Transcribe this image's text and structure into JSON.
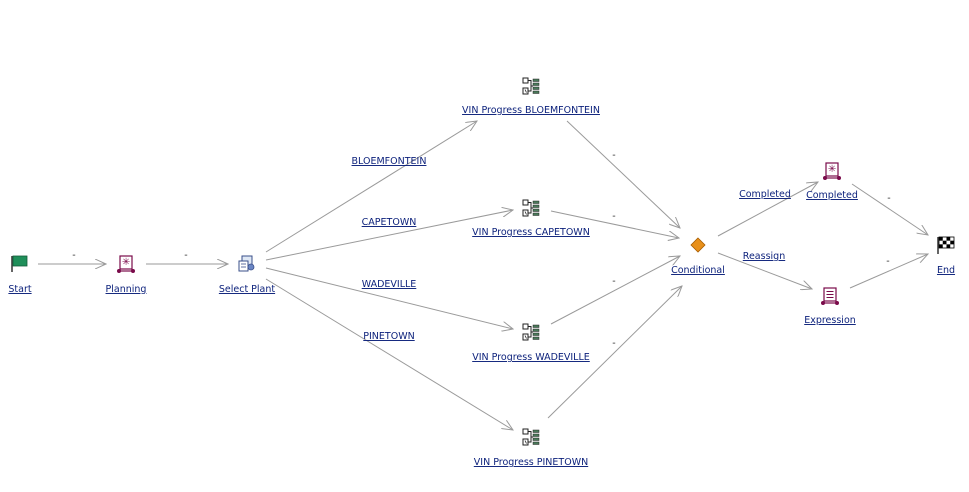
{
  "colors": {
    "link": "#0a1f7a",
    "edge": "#9a9a9a",
    "flag_start": "#1f8f5a",
    "notification": "#7a0a4a",
    "conditional": "#e8901a"
  },
  "nodes": [
    {
      "id": "start",
      "label": "Start",
      "icon": "flag-start-icon"
    },
    {
      "id": "planning",
      "label": "Planning",
      "icon": "notification-icon"
    },
    {
      "id": "select_plant",
      "label": "Select Plant",
      "icon": "function-icon"
    },
    {
      "id": "vin_bloem",
      "label": "VIN Progress BLOEMFONTEIN",
      "icon": "process-icon"
    },
    {
      "id": "vin_cape",
      "label": "VIN Progress CAPETOWN",
      "icon": "process-icon"
    },
    {
      "id": "vin_wade",
      "label": "VIN Progress WADEVILLE",
      "icon": "process-icon"
    },
    {
      "id": "vin_pine",
      "label": "VIN Progress PINETOWN",
      "icon": "process-icon"
    },
    {
      "id": "conditional",
      "label": "Conditional",
      "icon": "conditional-diamond-icon"
    },
    {
      "id": "completed",
      "label": "Completed",
      "icon": "notification-icon"
    },
    {
      "id": "expression",
      "label": "Expression",
      "icon": "expression-icon"
    },
    {
      "id": "end",
      "label": "End",
      "icon": "flag-end-icon"
    }
  ],
  "edges": [
    {
      "from": "start",
      "to": "planning",
      "label": "-"
    },
    {
      "from": "planning",
      "to": "select_plant",
      "label": "-"
    },
    {
      "from": "select_plant",
      "to": "vin_bloem",
      "label": "BLOEMFONTEIN"
    },
    {
      "from": "select_plant",
      "to": "vin_cape",
      "label": "CAPETOWN"
    },
    {
      "from": "select_plant",
      "to": "vin_wade",
      "label": "WADEVILLE"
    },
    {
      "from": "select_plant",
      "to": "vin_pine",
      "label": "PINETOWN"
    },
    {
      "from": "vin_bloem",
      "to": "conditional",
      "label": "-"
    },
    {
      "from": "vin_cape",
      "to": "conditional",
      "label": "-"
    },
    {
      "from": "vin_wade",
      "to": "conditional",
      "label": "-"
    },
    {
      "from": "vin_pine",
      "to": "conditional",
      "label": "-"
    },
    {
      "from": "conditional",
      "to": "completed",
      "label": "Completed"
    },
    {
      "from": "conditional",
      "to": "expression",
      "label": "Reassign"
    },
    {
      "from": "completed",
      "to": "end",
      "label": "-"
    },
    {
      "from": "expression",
      "to": "end",
      "label": "-"
    }
  ]
}
